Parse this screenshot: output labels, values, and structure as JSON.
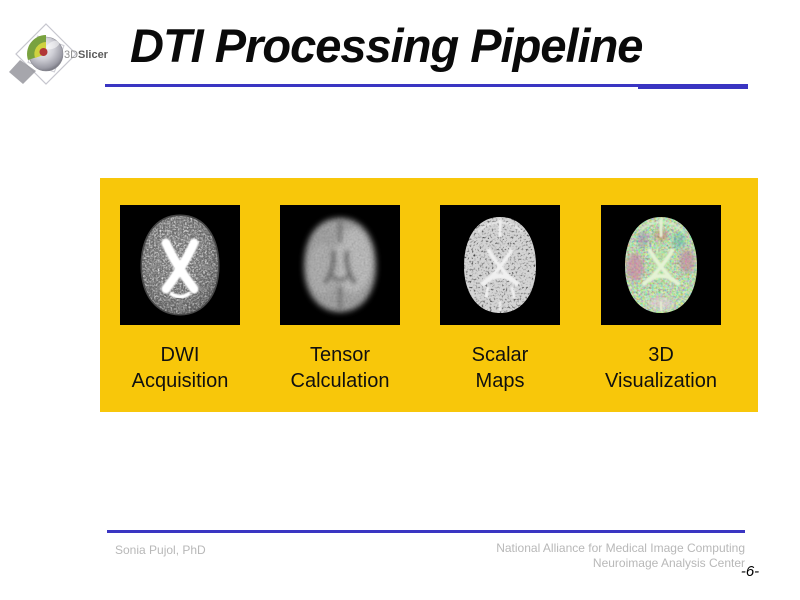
{
  "slide": {
    "title": "DTI Processing Pipeline",
    "page_number": "-6-"
  },
  "logo": {
    "text_3d": "3D",
    "text_slicer": "Slicer"
  },
  "pipeline": {
    "steps": [
      {
        "line1": "DWI",
        "line2": "Acquisition",
        "image": "dwi-axial-brain-mri"
      },
      {
        "line1": "Tensor",
        "line2": "Calculation",
        "image": "tensor-diffusion-brain-mri"
      },
      {
        "line1": "Scalar",
        "line2": "Maps",
        "image": "fa-scalar-map-brain-mri"
      },
      {
        "line1": "3D",
        "line2": "Visualization",
        "image": "color-coded-dti-brain"
      }
    ]
  },
  "footer": {
    "author": "Sonia Pujol, PhD",
    "org_line1": "National Alliance for Medical Image Computing",
    "org_line2": "Neuroimage Analysis Center"
  },
  "colors": {
    "accent_yellow": "#F8C70A",
    "line_blue": "#3A35C2",
    "footer_gray": "#B8B8B8",
    "title_color": "#0A0A0A"
  }
}
